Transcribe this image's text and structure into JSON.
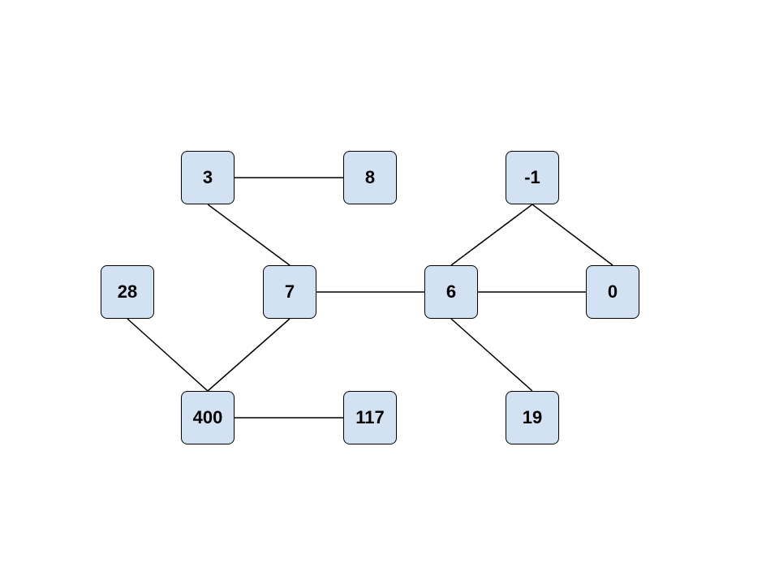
{
  "colors": {
    "node_fill": "#d3e2f2",
    "node_border": "#000000",
    "edge": "#000000"
  },
  "nodes": [
    {
      "id": "n3",
      "label": "3"
    },
    {
      "id": "n8",
      "label": "8"
    },
    {
      "id": "nm1",
      "label": "-1"
    },
    {
      "id": "n28",
      "label": "28"
    },
    {
      "id": "n7",
      "label": "7"
    },
    {
      "id": "n6",
      "label": "6"
    },
    {
      "id": "n0",
      "label": "0"
    },
    {
      "id": "n400",
      "label": "400"
    },
    {
      "id": "n117",
      "label": "117"
    },
    {
      "id": "n19",
      "label": "19"
    }
  ],
  "edges": [
    {
      "from": "3",
      "to": "8"
    },
    {
      "from": "3",
      "to": "7"
    },
    {
      "from": "-1",
      "to": "6"
    },
    {
      "from": "-1",
      "to": "0"
    },
    {
      "from": "7",
      "to": "6"
    },
    {
      "from": "6",
      "to": "0"
    },
    {
      "from": "6",
      "to": "19"
    },
    {
      "from": "28",
      "to": "400"
    },
    {
      "from": "7",
      "to": "400"
    },
    {
      "from": "400",
      "to": "117"
    }
  ]
}
